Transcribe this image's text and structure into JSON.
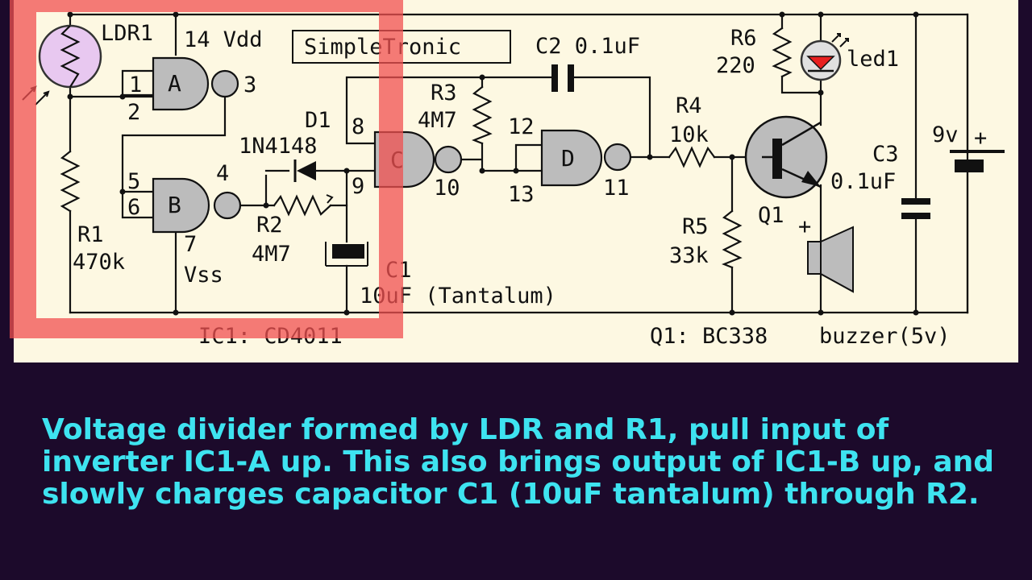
{
  "title_box": "SimpleTronic",
  "labels": {
    "ldr1": "LDR1",
    "pin14": "14 Vdd",
    "gate_a": "A",
    "gate_b": "B",
    "gate_c": "C",
    "gate_d": "D",
    "pin1": "1",
    "pin2": "2",
    "pin3": "3",
    "pin4": "4",
    "pin5": "5",
    "pin6": "6",
    "pin7": "7",
    "vss": "Vss",
    "pin8": "8",
    "pin9": "9",
    "pin10": "10",
    "pin11": "11",
    "pin12": "12",
    "pin13": "13",
    "d1": "D1",
    "d1_part": "1N4148",
    "r1": "R1",
    "r1_val": "470k",
    "r2": "R2",
    "r2_val": "4M7",
    "r3": "R3",
    "r3_val": "4M7",
    "c1": "C1",
    "c1_val": "10uF (Tantalum)",
    "c2": "C2 0.1uF",
    "r4": "R4",
    "r4_val": "10k",
    "r5": "R5",
    "r5_val": "33k",
    "r6": "R6",
    "r6_val": "220",
    "led1": "led1",
    "q1": "Q1",
    "c3": "C3",
    "c3_val": "0.1uF",
    "battery": "9v",
    "plus_batt": "+",
    "plus_buzzer": "+",
    "ic1": "IC1: CD4011",
    "q1_part": "Q1: BC338",
    "buzzer": "buzzer(5v)"
  },
  "caption": "Voltage divider formed by LDR and R1, pull input of inverter IC1-A up. This also brings output of IC1-B up, and slowly charges capacitor C1 (10uF tantalum) through R2.",
  "colors": {
    "background": "#1c0a2b",
    "panel": "#fdf8e2",
    "highlight": "#f05050",
    "caption": "#3ee3f0",
    "led": "#e82020",
    "ldr": "#e8c8f0"
  }
}
